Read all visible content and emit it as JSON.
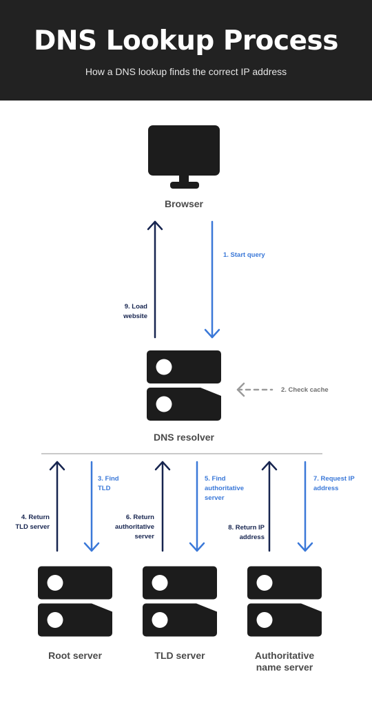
{
  "header": {
    "title": "DNS Lookup Process",
    "subtitle": "How a DNS lookup finds the correct IP address"
  },
  "nodes": {
    "browser": "Browser",
    "resolver": "DNS resolver",
    "root": "Root server",
    "tld": "TLD server",
    "authoritative": "Authoritative name server"
  },
  "steps": {
    "s1": "1. Start query",
    "s2": "2. Check cache",
    "s3": "3. Find TLD",
    "s4": "4. Return TLD server",
    "s5": "5. Find authoritative server",
    "s6": "6. Return authoritative server",
    "s7": "7. Request IP address",
    "s8": "8. Return IP address",
    "s9": "9. Load website"
  },
  "colors": {
    "request": "#3a78d8",
    "response": "#16244f",
    "cache": "#9a9a9a",
    "icon": "#1c1c1c",
    "header_bg": "#222222"
  }
}
